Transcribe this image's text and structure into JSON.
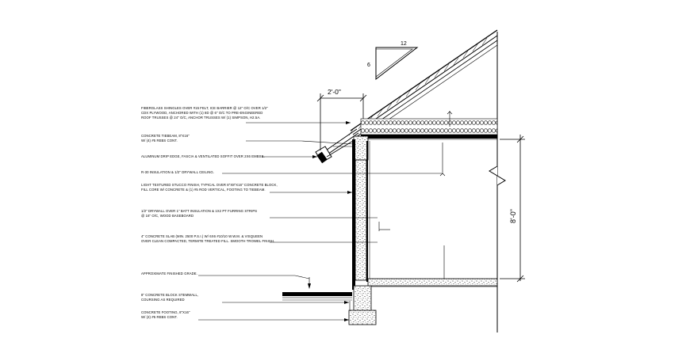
{
  "slope": {
    "run": "12",
    "rise": "6"
  },
  "dimensions": {
    "overhang": "2'-0\"",
    "wall_height": "8'-0\""
  },
  "notes": [
    {
      "id": "shingles",
      "lines": [
        "FIBERGLASS SHINGLES OVER #15 FELT, ICE BARRIER @ 12\" O/C OVER 1/2\"",
        "CDX PLYWOOD, ANCHORED WITH (1) 8D @ 6\" O/C TO PRE-ENGINEERED",
        "ROOF TRUSSES @ 24\" O/C, ANCHOR TRUSSES W/ (1) SIMPSON, H2.5A."
      ]
    },
    {
      "id": "tiebeam",
      "lines": [
        "CONCRETE TIEBEAM, 8\"X16\"",
        "W/ (4) #5 REBS CONT."
      ]
    },
    {
      "id": "drip",
      "lines": [
        "ALUMINUM DRIP EDGE, FASCIA & VENTILATED SOFFIT OVER 2X6 EMBSE."
      ]
    },
    {
      "id": "insulation",
      "lines": [
        "R-30 INSULATION & 1/2\" DRYWALL CEILING."
      ]
    },
    {
      "id": "stucco",
      "lines": [
        "LIGHT TEXTURED STUCCO FINISH, TYPICAL OVER 8\"X8\"X16\" CONCRETE BLOCK,",
        "FILL CORE W/ CONCRETE & (1) #5 ROD VERTICAL, FOOTING TO TIEBEAM."
      ]
    },
    {
      "id": "drywall",
      "lines": [
        "1/2\" DRYWALL OVER 1\" BATT INSULATION & 1X2 PT FURRING STRIPS",
        "@ 16\" O/C, WOOD BASEBOARD"
      ]
    },
    {
      "id": "slab",
      "lines": [
        "4\" CONCRETE SLAB (MIN. 2500 P.S.I.) W/ 6X6 #10/10 W.W.M. & VISQUEEN",
        "OVER CLEAN COMPACTED, TERMITE TREATED FILL. SMOOTH TROWEL FINISH."
      ]
    },
    {
      "id": "grade",
      "lines": [
        "APPROXIMATE FINISHED GRADE."
      ]
    },
    {
      "id": "stemwall",
      "lines": [
        "8\" CONCRETE BLOCK STEMWALL,",
        "COURSING AS REQUIRED"
      ]
    },
    {
      "id": "footing",
      "lines": [
        "CONCRETE FOOTING, 8\"X16\"",
        "W/ (2) #5 REBS CONT."
      ]
    }
  ]
}
